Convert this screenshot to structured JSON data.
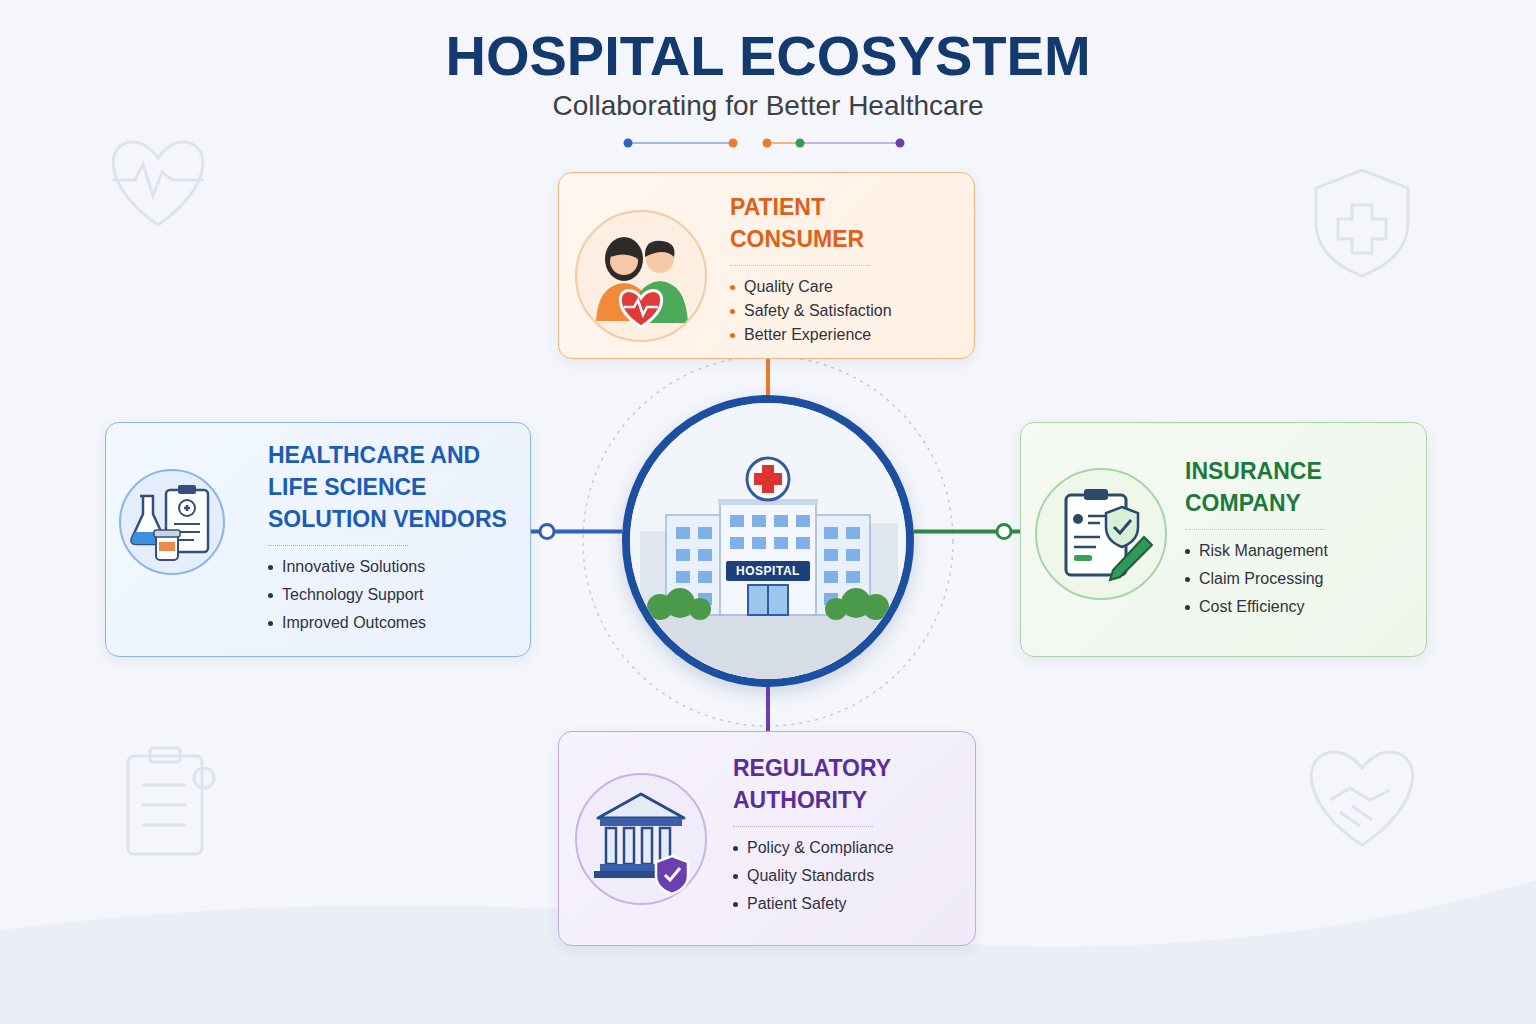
{
  "diagram": {
    "title": "HOSPITAL ECOSYSTEM",
    "caption": "Collaborating for Better Healthcare",
    "nodes": [
      {
        "text": [
          "PATIENT CONSUMER",
          "Quality Care",
          "Safety & Satisfaction",
          "Better Experience"
        ]
      },
      {
        "text": [
          "HEALTHCARE AND LIFE SCIENCE SOLUTION VENDORS",
          "Innovative Solutions",
          "Technology Support",
          "Improved Outcomes"
        ]
      },
      {
        "text": [
          "HOSPITAL"
        ]
      },
      {
        "text": [
          "INSURANCE COMPANY",
          "Risk Management",
          "Claim Processing",
          "Cost Efficiency"
        ]
      },
      {
        "text": [
          "REGULATORY AUTHORITY",
          "Policy & Compliance",
          "Quality Standards",
          "Patient Safety"
        ]
      }
    ],
    "edges": [
      {
        "from": 2,
        "to": 0,
        "arrow": "none"
      },
      {
        "from": 2,
        "to": 1,
        "arrow": "none"
      },
      {
        "from": 2,
        "to": 3,
        "arrow": "none"
      },
      {
        "from": 2,
        "to": 4,
        "arrow": "none"
      }
    ]
  }
}
